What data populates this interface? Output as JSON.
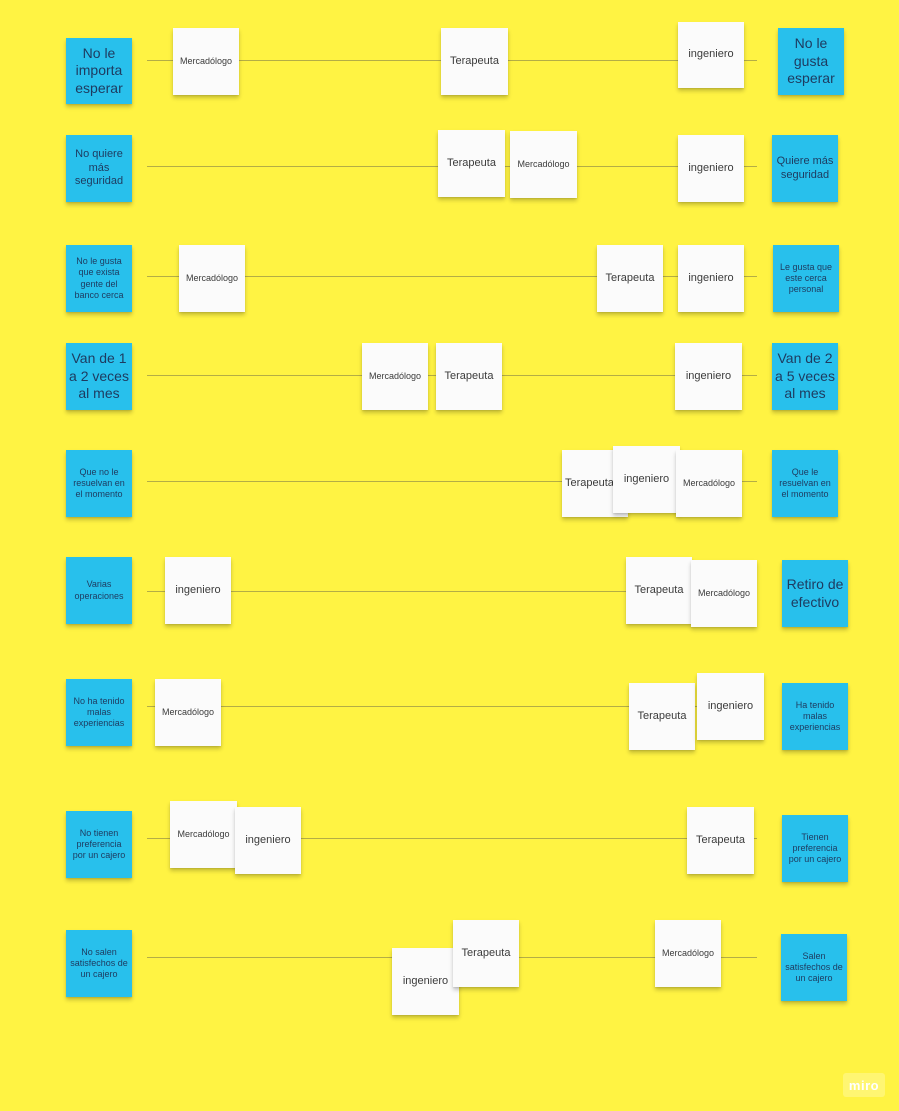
{
  "logo": "miro",
  "rows": [
    {
      "left": "No le importa esperar",
      "right": "No le gusta esperar",
      "notes": [
        "Mercadólogo",
        "Terapeuta",
        "ingeniero"
      ]
    },
    {
      "left": "No quiere más seguridad",
      "right": "Quiere más seguridad",
      "notes": [
        "Terapeuta",
        "Mercadólogo",
        "ingeniero"
      ]
    },
    {
      "left": "No le gusta que exista gente del banco cerca",
      "right": "Le gusta que este cerca personal",
      "notes": [
        "Mercadólogo",
        "Terapeuta",
        "ingeniero"
      ]
    },
    {
      "left": "Van de 1 a 2 veces al mes",
      "right": "Van de 2 a 5 veces al mes",
      "notes": [
        "Mercadólogo",
        "Terapeuta",
        "ingeniero"
      ]
    },
    {
      "left": "Que no le resuelvan en el momento",
      "right": "Que le resuelvan en el momento",
      "notes": [
        "Terapeuta",
        "ingeniero",
        "Mercadólogo"
      ]
    },
    {
      "left": "Varias operaciones",
      "right": "Retiro de efectivo",
      "notes": [
        "ingeniero",
        "Terapeuta",
        "Mercadólogo"
      ]
    },
    {
      "left": "No ha tenido malas experiencias",
      "right": "Ha tenido malas experiencias",
      "notes": [
        "Mercadólogo",
        "Terapeuta",
        "ingeniero"
      ]
    },
    {
      "left": "No tienen preferencia por un cajero",
      "right": "Tienen preferencia por un cajero",
      "notes": [
        "Mercadólogo",
        "ingeniero",
        "Terapeuta"
      ]
    },
    {
      "left": "No salen satisfechos de un cajero",
      "right": "Salen satisfechos de un cajero",
      "notes": [
        "ingeniero",
        "Terapeuta",
        "Mercadólogo"
      ]
    }
  ]
}
